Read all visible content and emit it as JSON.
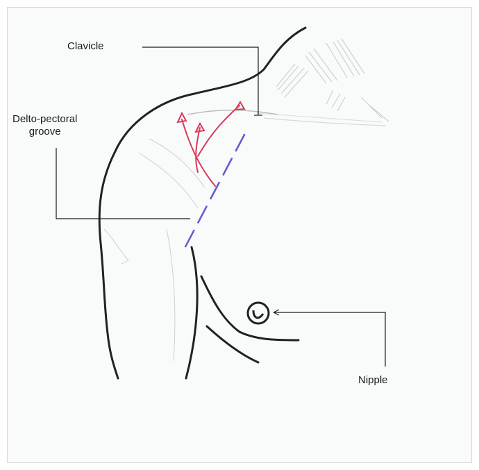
{
  "labels": {
    "clavicle": "Clavicle",
    "groove_line1": "Delto-pectoral",
    "groove_line2": "groove",
    "nipple": "Nipple"
  },
  "colors": {
    "outline": "#222222",
    "shading": "#bcbcbc",
    "vessels": "#d63a5a",
    "incision": "#6a5acd",
    "leader": "#1a1a1a"
  }
}
